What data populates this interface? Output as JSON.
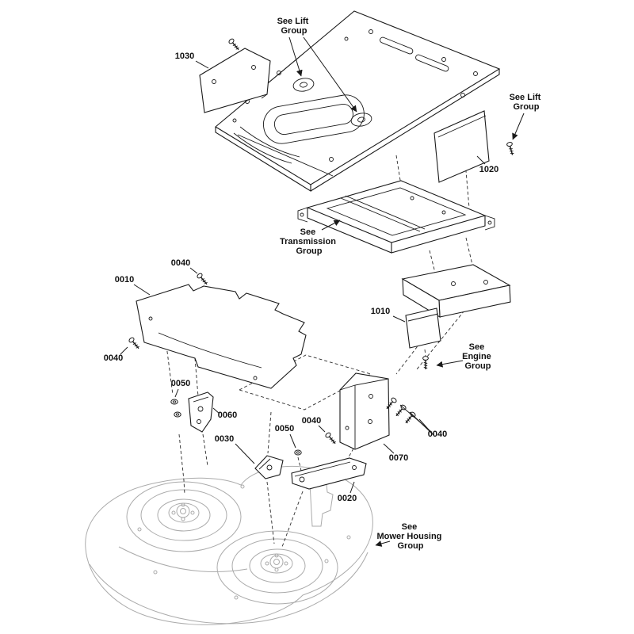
{
  "diagram": {
    "type": "exploded_parts_diagram",
    "subject": "tractor mower deck / belt cover assembly",
    "colors": {
      "line": "#1a1a1a",
      "deck_line": "#ababab",
      "background": "#ffffff"
    },
    "parts": {
      "1030": "1030",
      "1020": "1020",
      "1010": "1010",
      "0010": "0010",
      "0020": "0020",
      "0030": "0030",
      "0040": "0040",
      "0050": "0050",
      "0060": "0060",
      "0070": "0070"
    },
    "groups": {
      "lift_top": {
        "l1": "See Lift",
        "l2": "Group"
      },
      "lift_right": {
        "l1": "See Lift",
        "l2": "Group"
      },
      "transmission": {
        "l1": "See",
        "l2": "Transmission",
        "l3": "Group"
      },
      "engine": {
        "l1": "See",
        "l2": "Engine",
        "l3": "Group"
      },
      "mower": {
        "l1": "See",
        "l2": "Mower Housing",
        "l3": "Group"
      }
    }
  }
}
